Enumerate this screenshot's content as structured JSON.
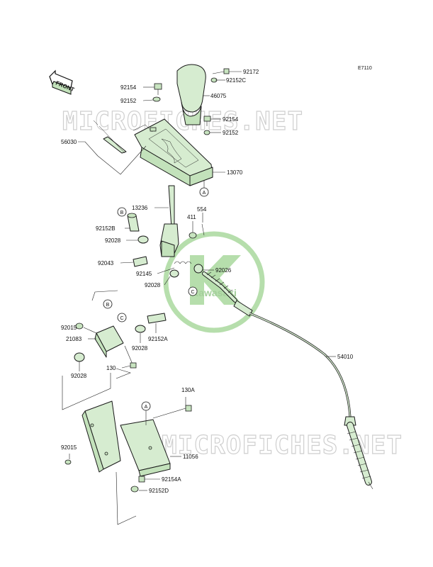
{
  "diagram_code": "E7110",
  "front_label": "FRONT",
  "watermark": {
    "text": "MICROFICHES.NET",
    "logo_text": "Kawasaki"
  },
  "callouts": [
    "A",
    "A",
    "B",
    "B",
    "C",
    "C"
  ],
  "parts": {
    "p92172": "92172",
    "p92152C": "92152C",
    "p92154_top": "92154",
    "p92152_top": "92152",
    "p46075": "46075",
    "p92154_right": "92154",
    "p92152_right": "92152",
    "p56030": "56030",
    "p13070": "13070",
    "p13236": "13236",
    "p411": "411",
    "p554": "554",
    "p92152B": "92152B",
    "p92028_a": "92028",
    "p92043": "92043",
    "p92026": "92026",
    "p92145": "92145",
    "p92028_b": "92028",
    "p92015_a": "92015",
    "p21083": "21083",
    "p92152A": "92152A",
    "p92028_c": "92028",
    "p130": "130",
    "p92028_d": "92028",
    "p54010": "54010",
    "p130A": "130A",
    "p92015_b": "92015",
    "p11056": "11056",
    "p92154A": "92154A",
    "p92152D": "92152D"
  },
  "colors": {
    "part_fill": "#d6ecd0",
    "logo_green": "#7cc46a",
    "watermark_gray": "#cfcfcf"
  }
}
